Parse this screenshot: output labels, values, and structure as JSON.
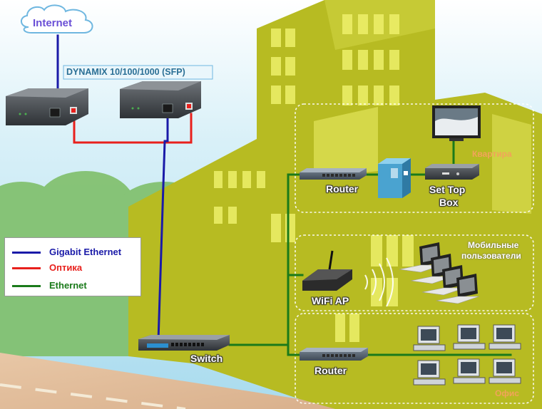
{
  "labels": {
    "internet": "Internet",
    "converter": "DYNAMIX 10/100/1000 (SFP)",
    "router_top": "Router",
    "set_top_box": "Set Top Box",
    "set_top_box_line1": "Set Top",
    "set_top_box_line2": "Box",
    "apartment": "Квартира",
    "mobile_users_line1": "Мобильные",
    "mobile_users_line2": "пользователи",
    "wifi_ap": "WiFi AP",
    "switch": "Switch",
    "router_bottom": "Router",
    "office": "Офис"
  },
  "legend": [
    {
      "label": "Gigabit Ethernet",
      "color": "#1a1aa8"
    },
    {
      "label": "Оптика",
      "color": "#e8201c"
    },
    {
      "label": "Ethernet",
      "color": "#1a7a1a"
    }
  ],
  "colors": {
    "gigabit_ethernet": "#1a1aa8",
    "fiber": "#e8201c",
    "ethernet": "#1a7a1a",
    "building": "#b7bb22",
    "window_light": "#eef06a",
    "sky": "#bfe6f4"
  }
}
